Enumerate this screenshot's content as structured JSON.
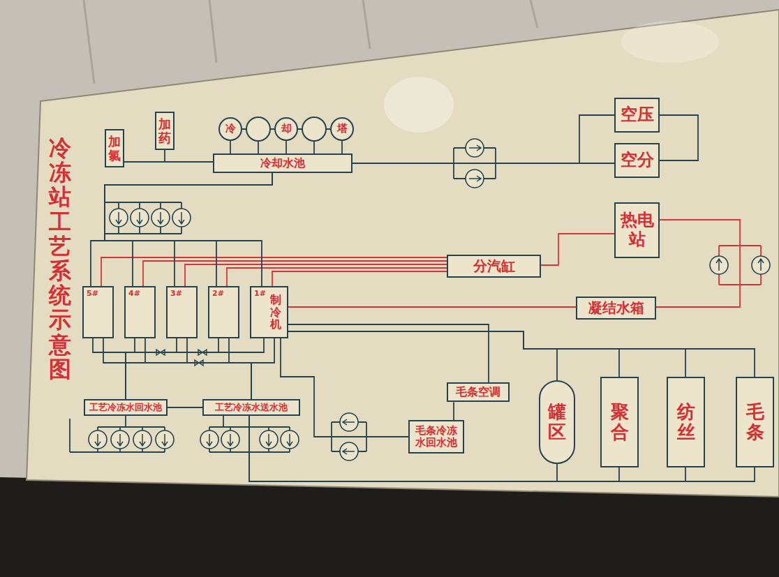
{
  "diagram": {
    "title": "冷冻站工艺系统示意图",
    "nodes": [
      {
        "text": [
          "加氯"
        ]
      },
      {
        "text": [
          "加药"
        ]
      },
      {
        "text": [
          "冷"
        ]
      },
      {
        "text": [
          "却"
        ]
      },
      {
        "text": [
          "塔"
        ]
      },
      {
        "text": [
          "冷却水池"
        ]
      },
      {
        "text": [
          "空压"
        ]
      },
      {
        "text": [
          "空分"
        ]
      },
      {
        "text": [
          "热电站"
        ]
      },
      {
        "text": [
          "分汽缸"
        ]
      },
      {
        "text": [
          "凝结水箱"
        ]
      },
      {
        "text": [
          "5#"
        ]
      },
      {
        "text": [
          "4#"
        ]
      },
      {
        "text": [
          "3#"
        ]
      },
      {
        "text": [
          "2#"
        ]
      },
      {
        "text": [
          "1#",
          "制冷机"
        ]
      },
      {
        "text": [
          "工艺冷冻水回水池"
        ]
      },
      {
        "text": [
          "工艺冷冻水送水池"
        ]
      },
      {
        "text": [
          "毛条冷冻水回水池"
        ]
      },
      {
        "text": [
          "毛条空调"
        ]
      },
      {
        "text": [
          "罐区"
        ]
      },
      {
        "text": [
          "聚合"
        ]
      },
      {
        "text": [
          "纺丝"
        ]
      },
      {
        "text": [
          "毛条"
        ]
      }
    ],
    "edges": [
      {
        "from": 0,
        "to": 5,
        "arrow": "none"
      },
      {
        "from": 1,
        "to": 5,
        "arrow": "none"
      },
      {
        "from": 2,
        "to": 5,
        "arrow": "none"
      },
      {
        "from": 3,
        "to": 5,
        "arrow": "none"
      },
      {
        "from": 4,
        "to": 5,
        "arrow": "none"
      },
      {
        "from": 5,
        "to": 6,
        "arrow": "none"
      },
      {
        "from": 5,
        "to": 7,
        "arrow": "none"
      },
      {
        "from": 6,
        "to": 7,
        "arrow": "none"
      },
      {
        "from": 8,
        "to": 9,
        "arrow": "none"
      },
      {
        "from": 9,
        "to": 15,
        "arrow": "none"
      },
      {
        "from": 9,
        "to": 14,
        "arrow": "none"
      },
      {
        "from": 9,
        "to": 13,
        "arrow": "none"
      },
      {
        "from": 9,
        "to": 12,
        "arrow": "none"
      },
      {
        "from": 9,
        "to": 11,
        "arrow": "none"
      },
      {
        "from": 15,
        "to": 10,
        "arrow": "none"
      },
      {
        "from": 10,
        "to": 8,
        "arrow": "none"
      },
      {
        "from": 5,
        "to": 11,
        "arrow": "none"
      },
      {
        "from": 5,
        "to": 12,
        "arrow": "none"
      },
      {
        "from": 5,
        "to": 13,
        "arrow": "none"
      },
      {
        "from": 5,
        "to": 14,
        "arrow": "none"
      },
      {
        "from": 5,
        "to": 15,
        "arrow": "none"
      },
      {
        "from": 11,
        "to": 16,
        "arrow": "none"
      },
      {
        "from": 12,
        "to": 16,
        "arrow": "none"
      },
      {
        "from": 13,
        "to": 16,
        "arrow": "none"
      },
      {
        "from": 14,
        "to": 16,
        "arrow": "none"
      },
      {
        "from": 15,
        "to": 16,
        "arrow": "none"
      },
      {
        "from": 11,
        "to": 17,
        "arrow": "none"
      },
      {
        "from": 12,
        "to": 17,
        "arrow": "none"
      },
      {
        "from": 13,
        "to": 17,
        "arrow": "none"
      },
      {
        "from": 14,
        "to": 17,
        "arrow": "none"
      },
      {
        "from": 15,
        "to": 17,
        "arrow": "none"
      },
      {
        "from": 16,
        "to": 17,
        "arrow": "none"
      },
      {
        "from": 18,
        "to": 15,
        "arrow": "none"
      },
      {
        "from": 19,
        "to": 18,
        "arrow": "none"
      },
      {
        "from": 19,
        "to": 15,
        "arrow": "none"
      },
      {
        "from": 15,
        "to": 20,
        "arrow": "none"
      },
      {
        "from": 15,
        "to": 21,
        "arrow": "none"
      },
      {
        "from": 15,
        "to": 22,
        "arrow": "none"
      },
      {
        "from": 15,
        "to": 23,
        "arrow": "none"
      },
      {
        "from": 20,
        "to": 17,
        "arrow": "none"
      },
      {
        "from": 21,
        "to": 17,
        "arrow": "none"
      },
      {
        "from": 22,
        "to": 17,
        "arrow": "none"
      },
      {
        "from": 23,
        "to": 17,
        "arrow": "none"
      }
    ]
  }
}
